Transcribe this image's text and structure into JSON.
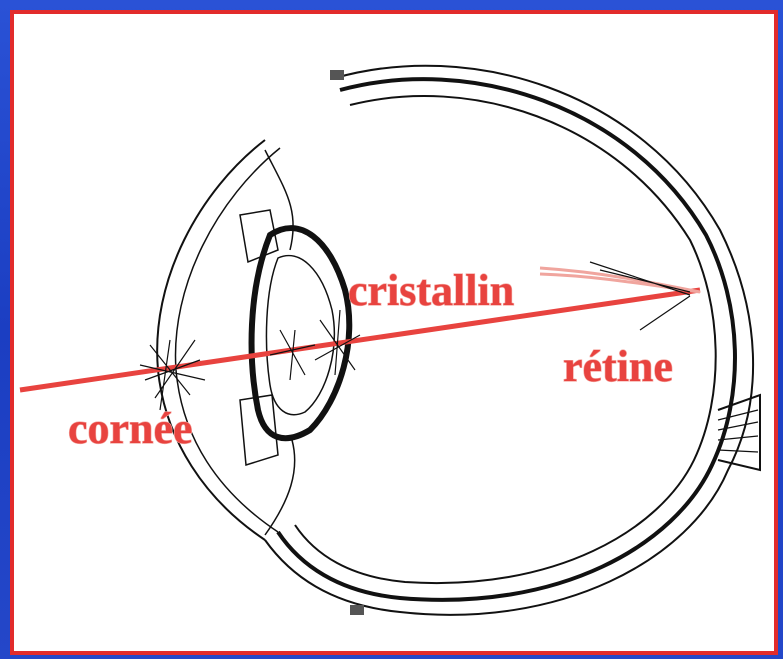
{
  "labels": {
    "cornea": "cornée",
    "lens": "cristallin",
    "retina": "rétine"
  },
  "colors": {
    "frame": "#1b3ec2",
    "panel_border": "#e22b2b",
    "ray": "#e8433f",
    "label": "#e8433f",
    "eye_outline": "#111111"
  }
}
